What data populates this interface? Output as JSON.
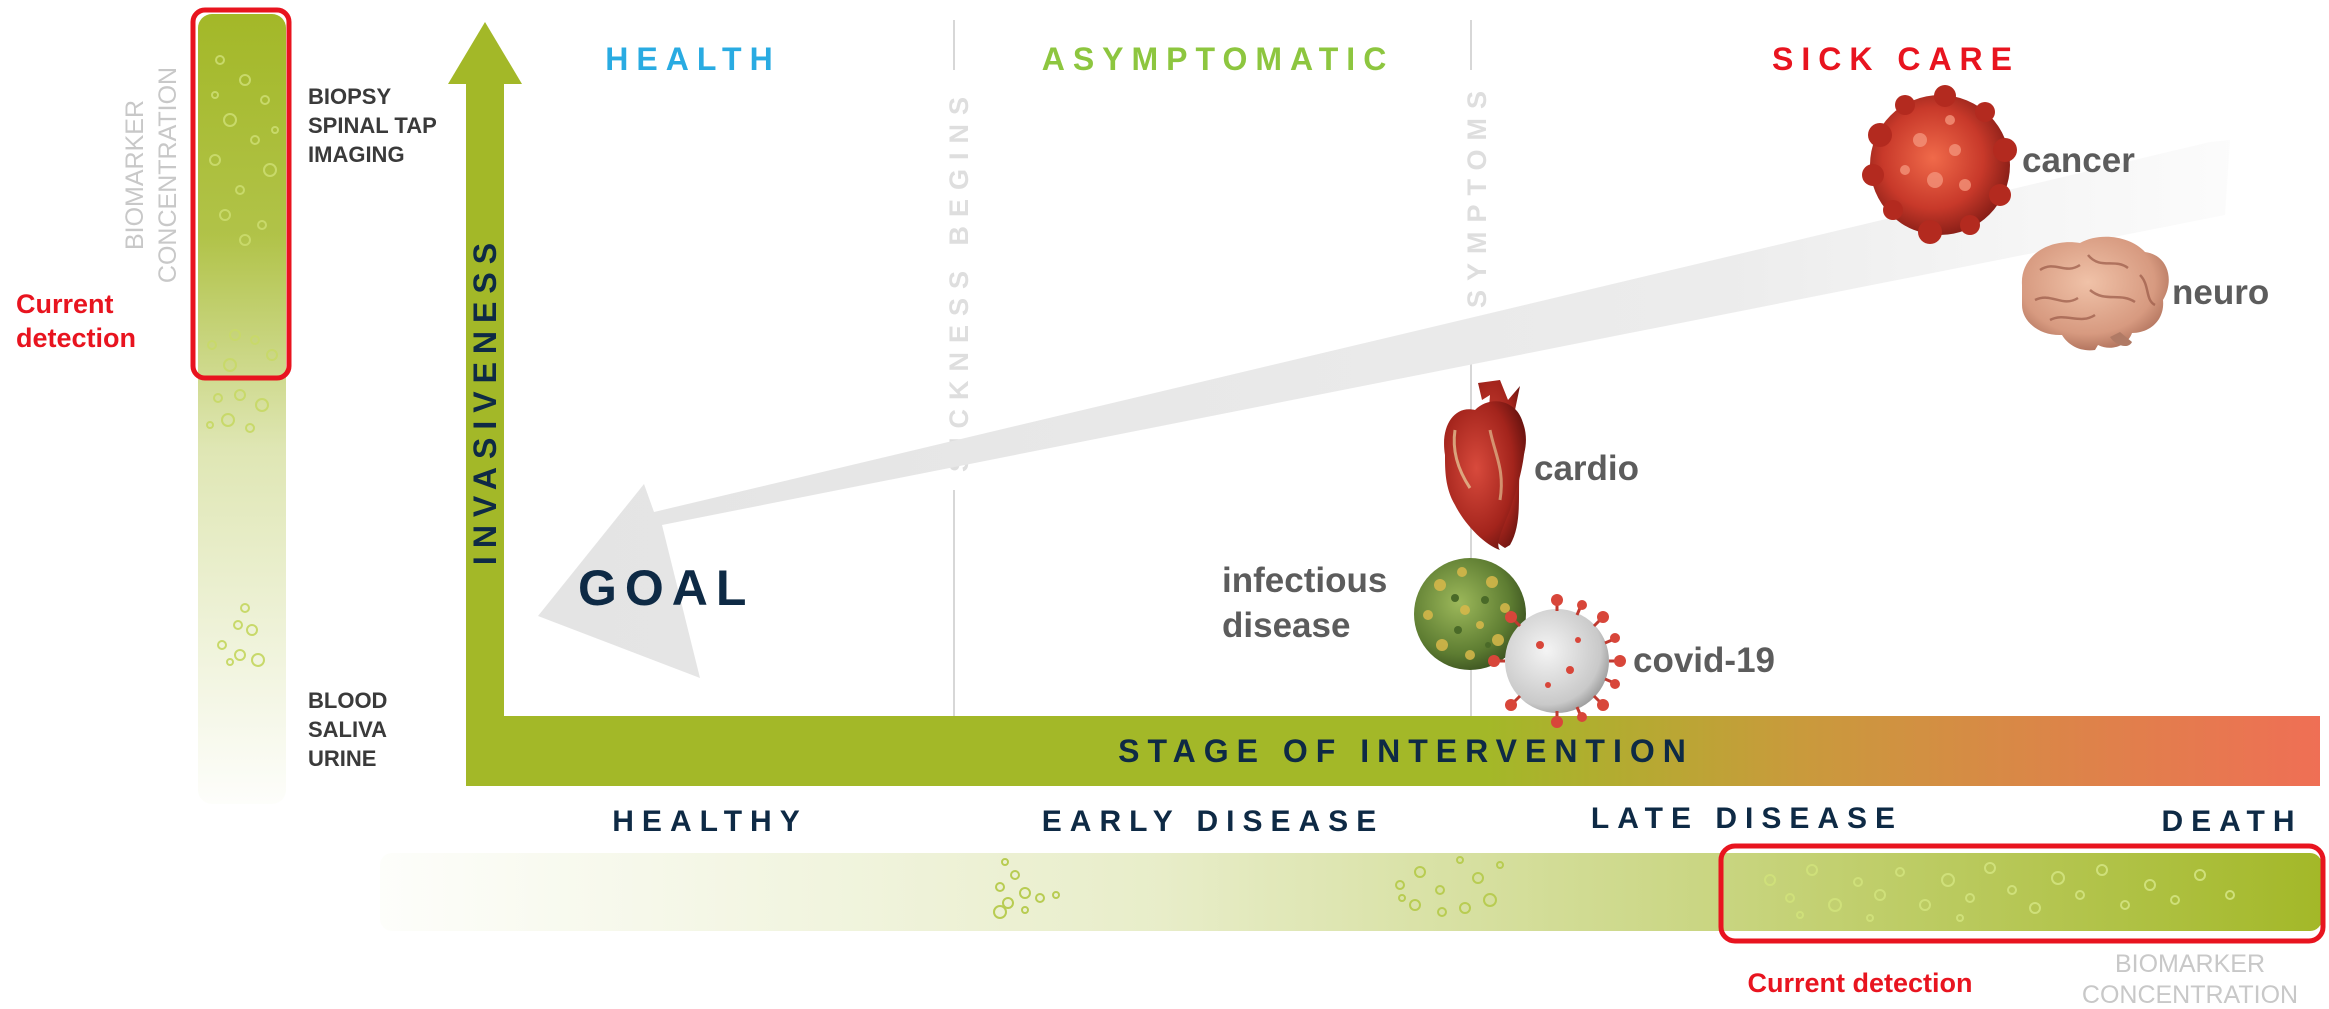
{
  "phases": {
    "health": "HEALTH",
    "asymptomatic": "ASYMPTOMATIC",
    "sick_care": "SICK CARE"
  },
  "dividers": {
    "sickness_begins": "SICKNESS BEGINS",
    "symptoms": "SYMPTOMS"
  },
  "axes": {
    "vertical": "INVASIVENESS",
    "horizontal": "STAGE OF INTERVENTION"
  },
  "goal": "GOAL",
  "stages": [
    "HEALTHY",
    "EARLY DISEASE",
    "LATE DISEASE",
    "DEATH"
  ],
  "left_bar": {
    "label_line1": "BIOMARKER",
    "label_line2": "CONCENTRATION",
    "invasive_methods": [
      "BIOPSY",
      "SPINAL TAP",
      "IMAGING"
    ],
    "noninvasive_methods": [
      "BLOOD",
      "SALIVA",
      "URINE"
    ],
    "current_detection_line1": "Current",
    "current_detection_line2": "detection"
  },
  "bottom_bar": {
    "label_line1": "BIOMARKER",
    "label_line2": "CONCENTRATION",
    "current_detection": "Current detection"
  },
  "diseases": {
    "cancer": "cancer",
    "neuro": "neuro",
    "cardio": "cardio",
    "infectious_line1": "infectious",
    "infectious_line2": "disease",
    "covid": "covid-19"
  },
  "colors": {
    "green": "#a3b828",
    "navy": "#0e2a45",
    "health_blue": "#29abe2",
    "asymptomatic_green": "#8dc63f",
    "sick_red": "#e8141f",
    "orange_end": "#ef6f55",
    "gray_text": "#5c5c5c",
    "light_gray": "#c8c8c8"
  }
}
